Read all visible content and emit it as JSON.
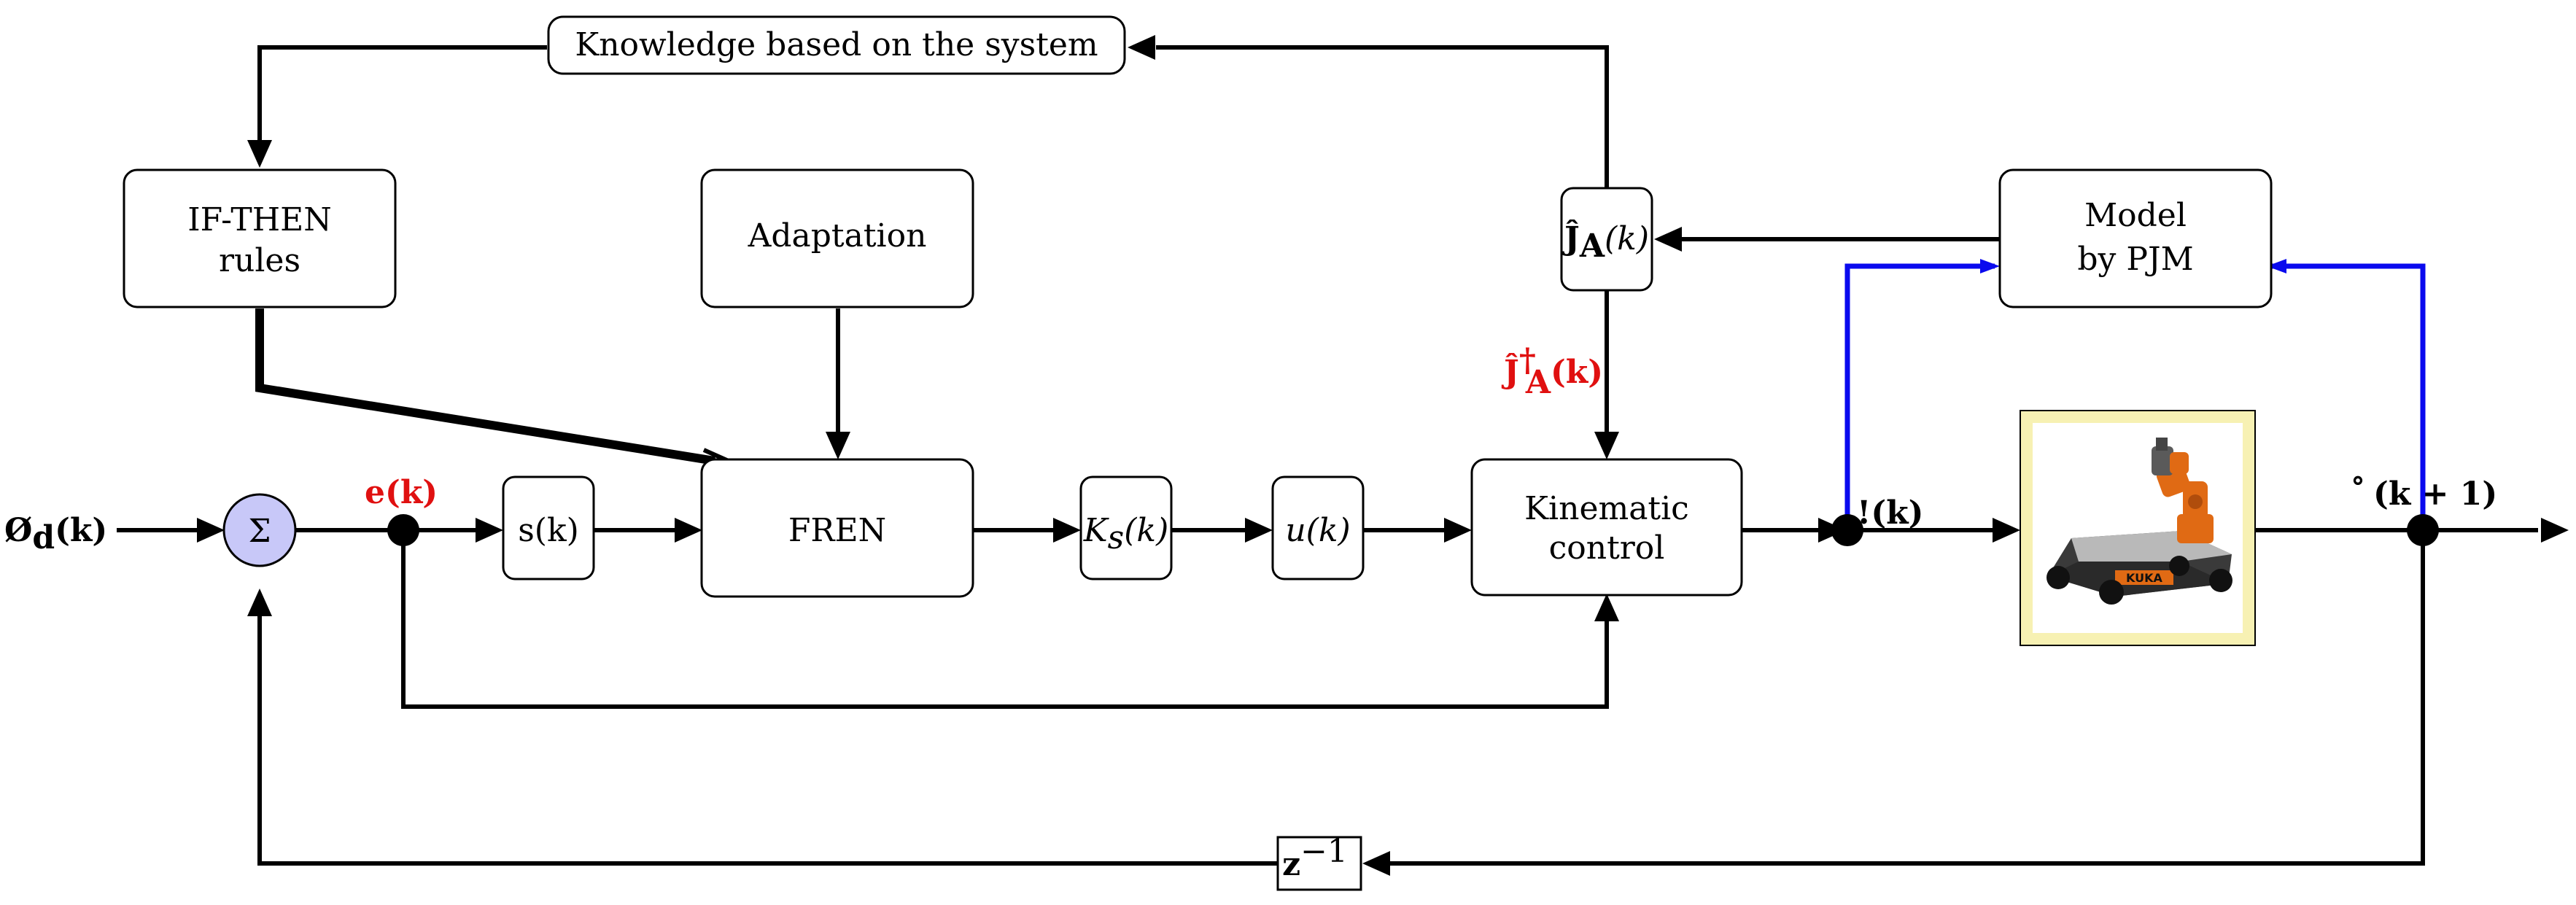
{
  "colors": {
    "summing_fill": "#c8c8f8",
    "highlight_red": "#e01010",
    "model_link_blue": "#0a0aee",
    "robot_frame": "#f7f1b3"
  },
  "blocks": {
    "knowledge": "Knowledge based on the system",
    "rules_line1": "IF-THEN",
    "rules_line2": "rules",
    "adaptation": "Adaptation",
    "fren": "FREN",
    "s_block": "s(k)",
    "kinematic_line1": "Kinematic",
    "kinematic_line2": "control",
    "model_line1": "Model",
    "model_line2": "by PJM",
    "jacobian_hat": "Ĵ",
    "jacobian_sub": "A",
    "jacobian_arg": "(k)",
    "ks_main": "K",
    "ks_sub": "s",
    "ks_arg": "(k)",
    "u_main": "u",
    "u_arg": "(k)",
    "sum_symbol": "Σ",
    "delay_main": "z",
    "delay_sup": "−1"
  },
  "signals": {
    "input_main": "Ø",
    "input_sub": "d",
    "input_arg": "(k)",
    "error": "e(k)",
    "jpinv_main": "Ĵ",
    "jpinv_sup": "†",
    "jpinv_sub": "A",
    "jpinv_arg": "(k)",
    "omega": "!(k)",
    "output_main": "˚",
    "output_arg": "(k + 1)"
  },
  "robot": {
    "brand": "KUKA"
  }
}
